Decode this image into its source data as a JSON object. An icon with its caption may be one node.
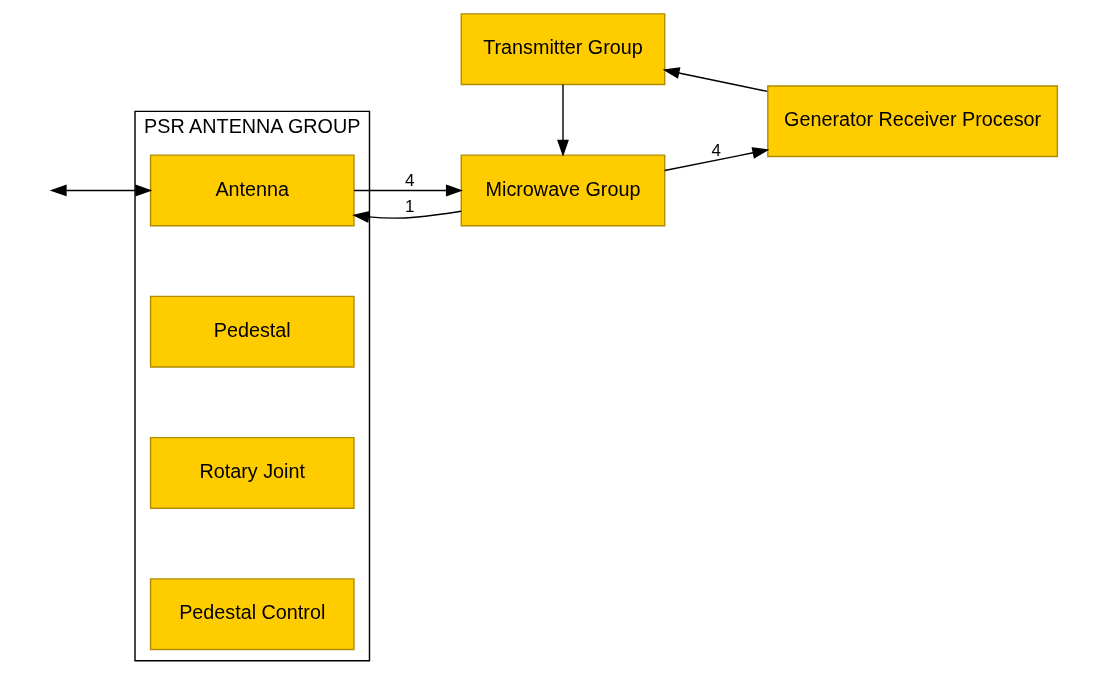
{
  "diagram": {
    "nodes": [
      {
        "text": [
          "PSR ANTENNA GROUP"
        ]
      },
      {
        "text": [
          "Antenna"
        ],
        "in": 0
      },
      {
        "text": [
          "Pedestal"
        ],
        "in": 0
      },
      {
        "text": [
          "Rotary Joint"
        ],
        "in": 0
      },
      {
        "text": [
          "Pedestal Control"
        ],
        "in": 0
      },
      {
        "text": [
          "Microwave Group"
        ]
      },
      {
        "text": [
          "Generator Receiver Procesor"
        ]
      },
      {
        "text": [
          "Transmitter Group"
        ]
      }
    ],
    "edges": [
      {
        "from": null,
        "to": 1,
        "arrow": "both"
      },
      {
        "from": 1,
        "to": 5,
        "arrow": "to",
        "label": "4"
      },
      {
        "from": 5,
        "to": 1,
        "arrow": "to",
        "label": "1"
      },
      {
        "from": 5,
        "to": 6,
        "arrow": "to",
        "label": "4"
      },
      {
        "from": 7,
        "to": 5,
        "arrow": "to"
      },
      {
        "from": 6,
        "to": 7,
        "arrow": "to"
      }
    ]
  }
}
